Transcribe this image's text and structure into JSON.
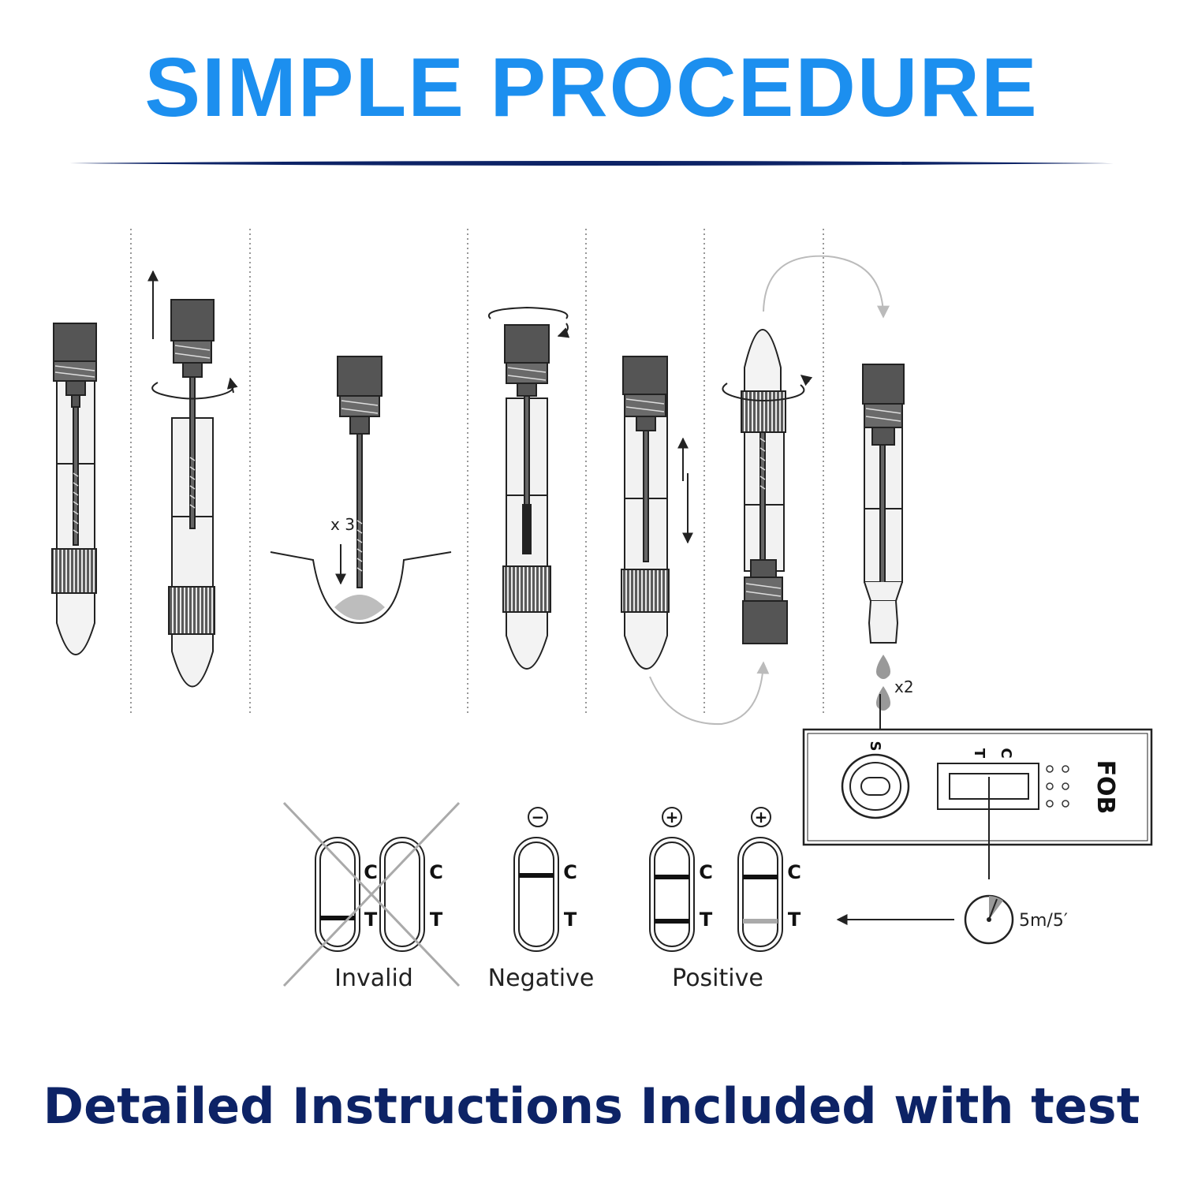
{
  "header": {
    "title": "SIMPLE PROCEDURE"
  },
  "footer": {
    "text": "Detailed Instructions Included with test"
  },
  "colors": {
    "title": "#1c8fef",
    "footer": "#0d2366",
    "rule": "#0d2366"
  },
  "steps": {
    "mix_count": "x 3",
    "drop_count": "x2"
  },
  "cassette": {
    "brand": "FOB",
    "sample_label": "S",
    "control_label": "C",
    "test_label": "T"
  },
  "timer": {
    "label": "5m/5′"
  },
  "results": {
    "line_labels": {
      "c": "C",
      "t": "T"
    },
    "invalid": {
      "label": "Invalid"
    },
    "negative": {
      "label": "Negative",
      "sign": "−"
    },
    "positive": {
      "label": "Positive",
      "sign": "+"
    }
  }
}
